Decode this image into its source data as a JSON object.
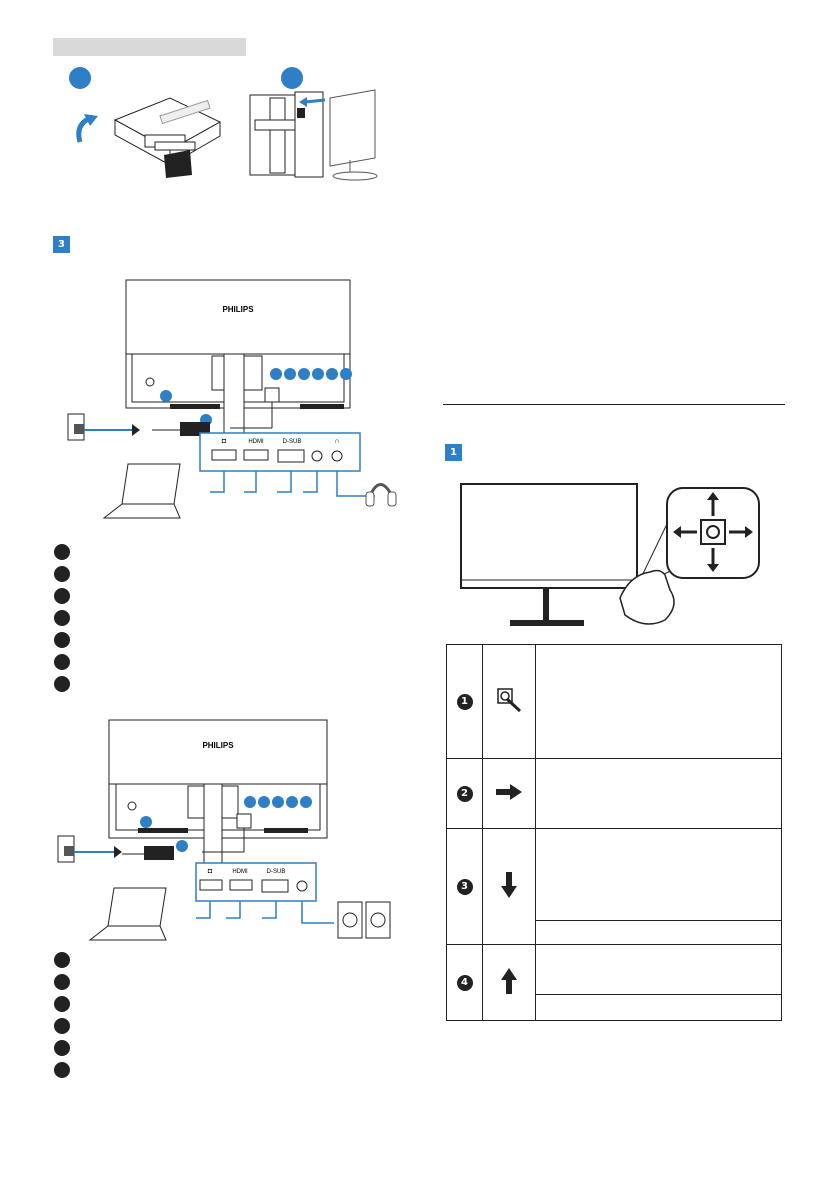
{
  "steps": {
    "step3": "3",
    "step1": "1"
  },
  "monitor": {
    "brand": "PHILIPS"
  },
  "ports": {
    "dp": "◘",
    "hdmi": "HDMI",
    "dsub": "D-SUB",
    "headphone": "∩"
  },
  "controls": {
    "rows": [
      "1",
      "2",
      "3",
      "4"
    ]
  },
  "colors": {
    "accent": "#2f7fc6",
    "text": "#222222",
    "gray_bar": "#d9d9d9"
  }
}
